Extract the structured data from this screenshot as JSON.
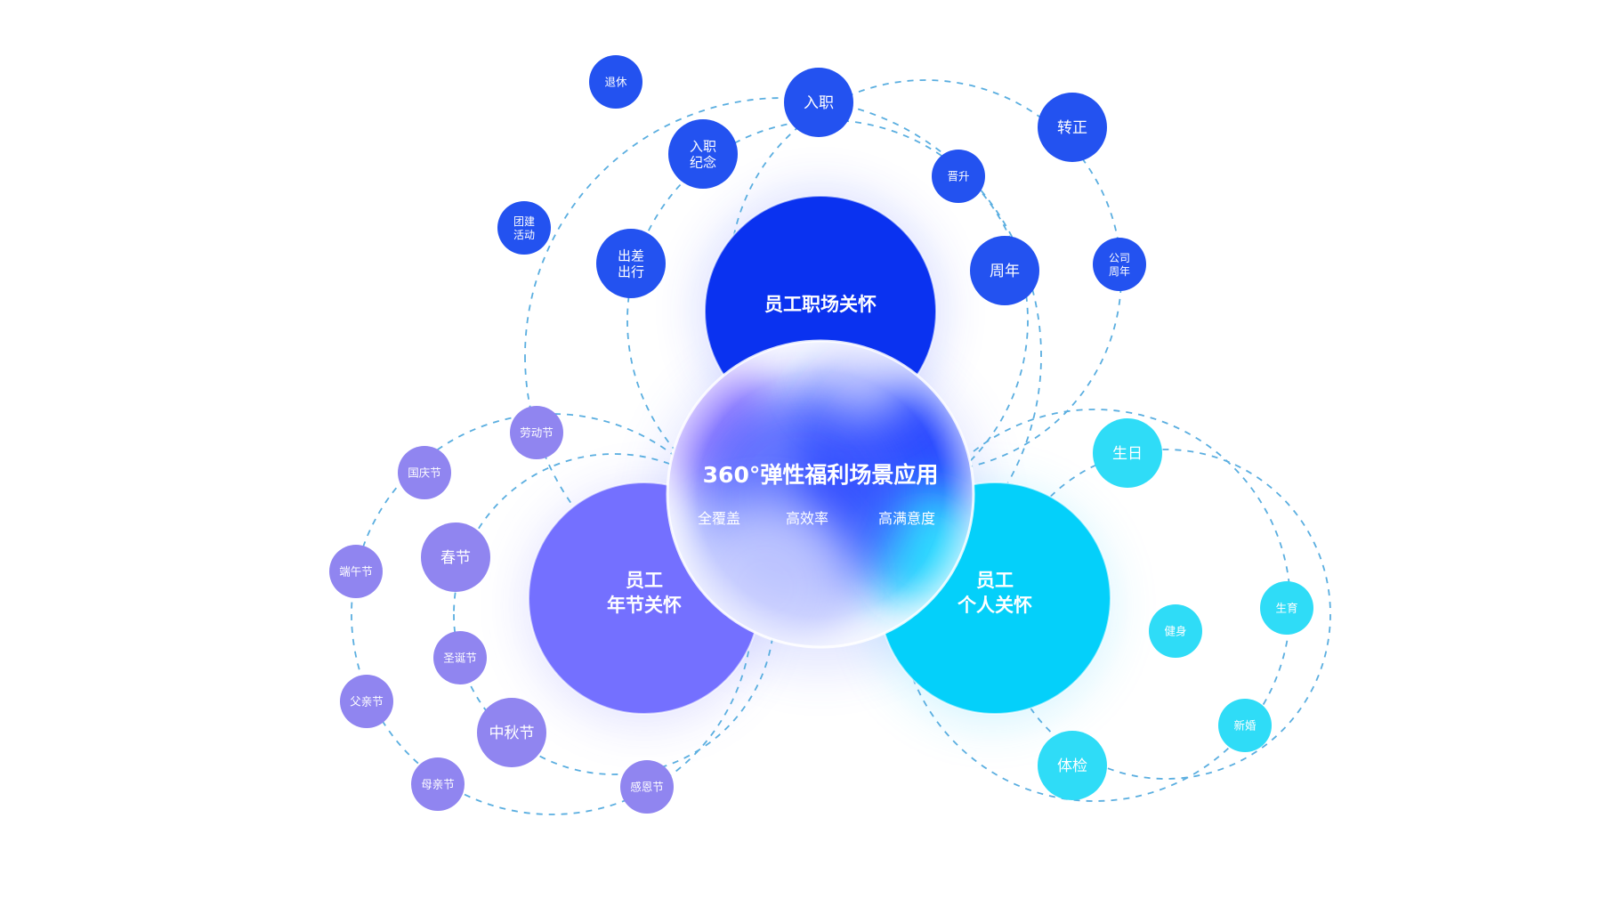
{
  "center": {
    "title": "360°弹性福利场景应用",
    "tags": [
      "全覆盖",
      "高效率",
      "高满意度"
    ]
  },
  "groups": {
    "workplace": {
      "label": [
        "员工职场关怀"
      ],
      "color": "#0a32f0",
      "items": [
        "退休",
        "入职",
        "转正",
        "入职\n纪念",
        "晋升",
        "团建\n活动",
        "出差\n出行",
        "周年",
        "公司\n周年"
      ]
    },
    "festival": {
      "label": [
        "员工",
        "年节关怀"
      ],
      "color": "#7470ff",
      "item_color": "#9085f0",
      "items": [
        "劳动节",
        "国庆节",
        "春节",
        "端午节",
        "圣诞节",
        "父亲节",
        "中秋节",
        "母亲节",
        "感恩节"
      ]
    },
    "personal": {
      "label": [
        "员工",
        "个人关怀"
      ],
      "color": "#04d0fa",
      "item_color": "#2fdcf7",
      "items": [
        "生日",
        "生育",
        "健身",
        "新婚",
        "体检"
      ]
    }
  },
  "colors": {
    "small_node_blue": "#2352f0",
    "dashed_ring": "#5aaee0"
  }
}
